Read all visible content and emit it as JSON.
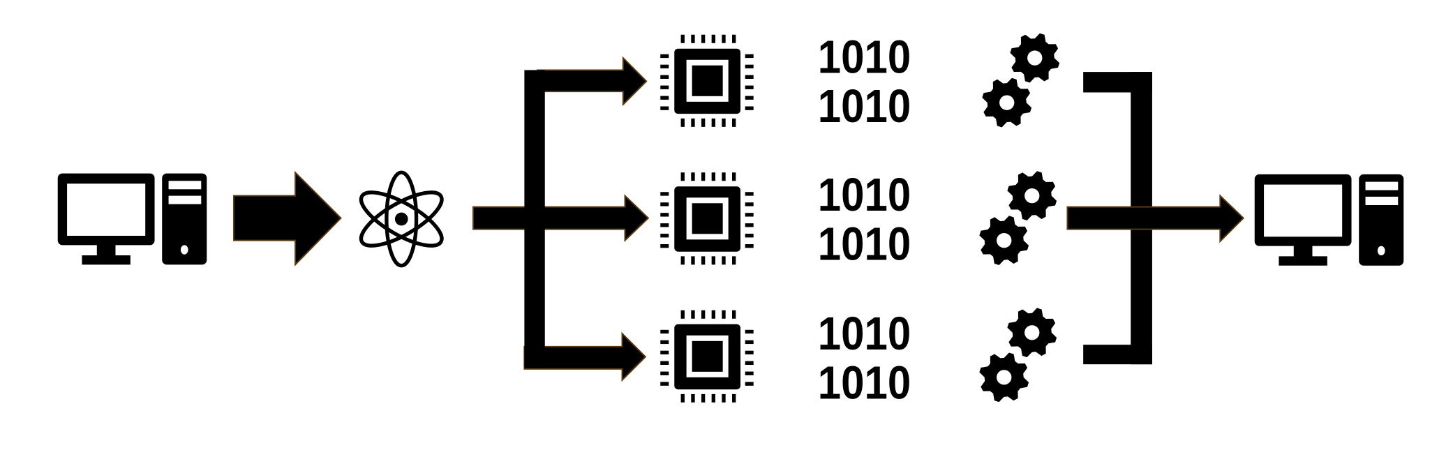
{
  "colors": {
    "ink": "#000000",
    "arrow_outline": "#5a3a10",
    "background": "#ffffff"
  },
  "icons": {
    "source": "desktop-computer-icon",
    "transform": "atom-icon",
    "processors": [
      "cpu-chip-icon",
      "cpu-chip-icon",
      "cpu-chip-icon"
    ],
    "workers": [
      "gears-icon",
      "gears-icon",
      "gears-icon"
    ],
    "destination": "desktop-computer-icon"
  },
  "binary_rows": [
    [
      "1010",
      "1010"
    ],
    [
      "1010",
      "1010"
    ],
    [
      "1010",
      "1010"
    ]
  ]
}
